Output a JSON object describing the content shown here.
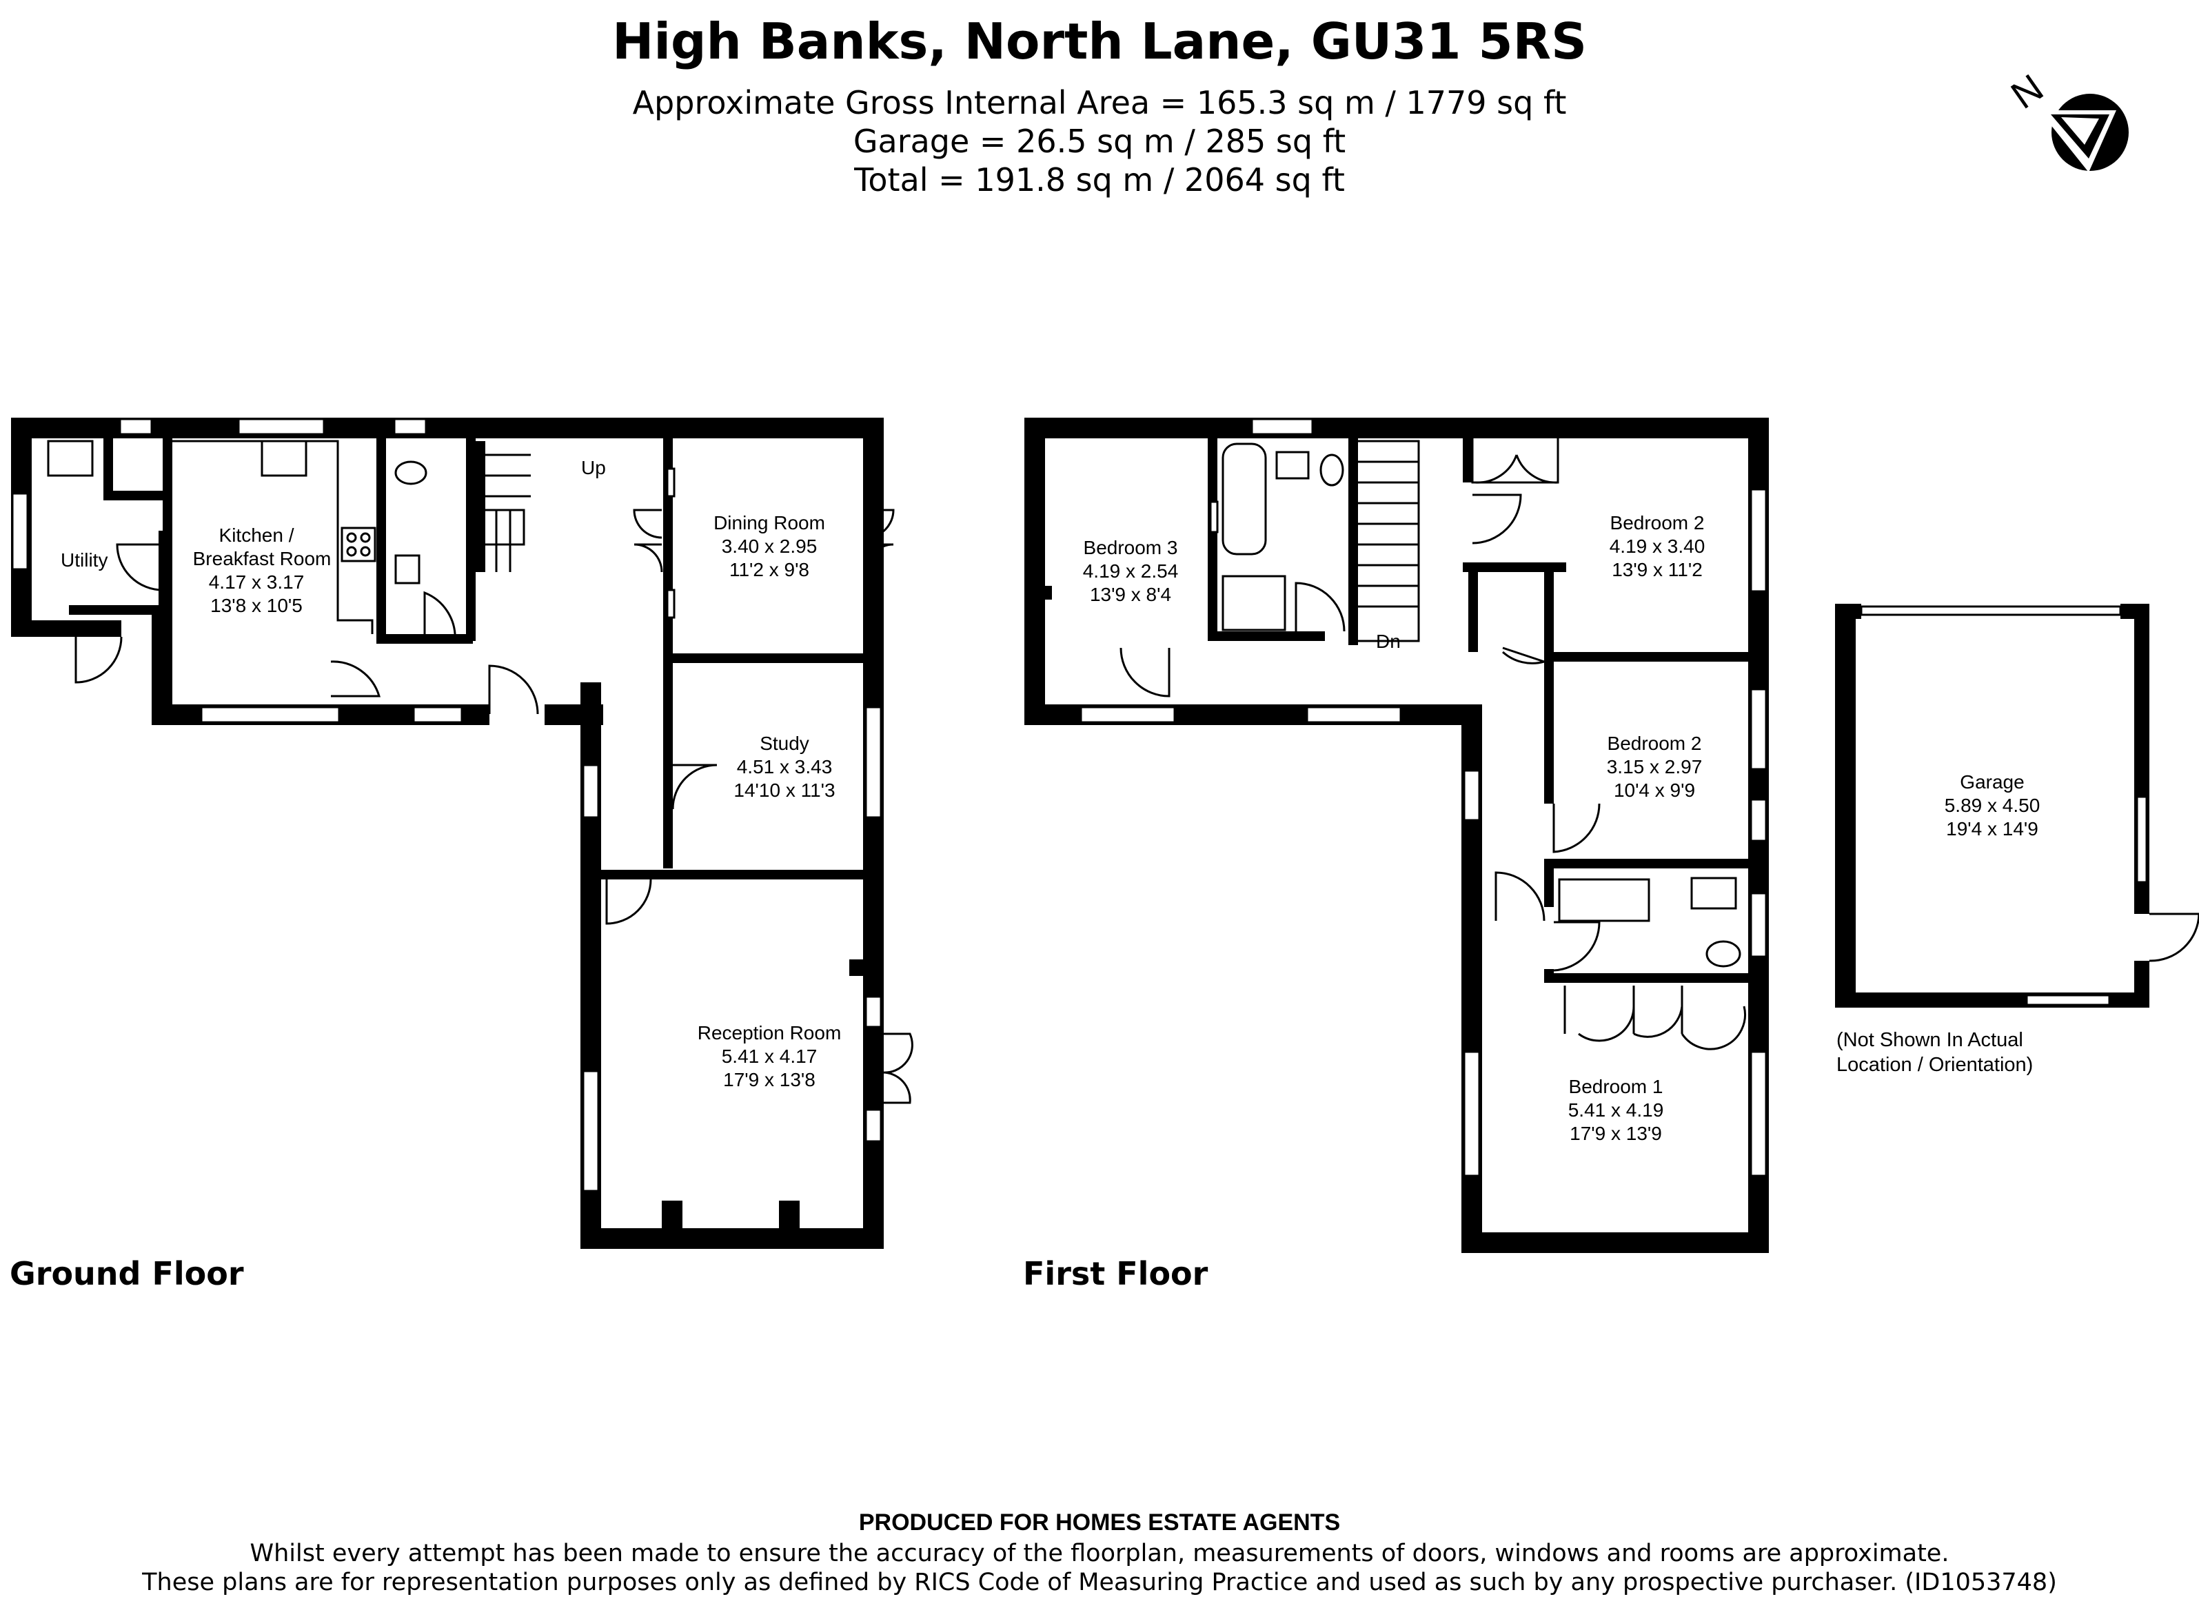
{
  "header": {
    "title": "High Banks, North Lane, GU31 5RS",
    "area_lines": [
      "Approximate Gross Internal Area = 165.3 sq m / 1779 sq ft",
      "Garage = 26.5 sq m / 285 sq ft",
      "Total = 191.8 sq m / 2064 sq ft"
    ]
  },
  "compass": {
    "letter": "N"
  },
  "ground_floor": {
    "label": "Ground Floor",
    "stair_label": "Up",
    "rooms": {
      "utility": {
        "name": "Utility"
      },
      "kitchen": {
        "name_line1": "Kitchen /",
        "name_line2": "Breakfast Room",
        "metric": "4.17 x 3.17",
        "imperial": "13'8 x 10'5"
      },
      "dining": {
        "name": "Dining Room",
        "metric": "3.40 x 2.95",
        "imperial": "11'2 x 9'8"
      },
      "study": {
        "name": "Study",
        "metric": "4.51 x 3.43",
        "imperial": "14'10 x 11'3"
      },
      "reception": {
        "name": "Reception Room",
        "metric": "5.41 x 4.17",
        "imperial": "17'9 x 13'8"
      }
    }
  },
  "first_floor": {
    "label": "First Floor",
    "stair_label": "Dn",
    "rooms": {
      "bedroom3": {
        "name": "Bedroom 3",
        "metric": "4.19 x 2.54",
        "imperial": "13'9 x 8'4"
      },
      "bedroom2a": {
        "name": "Bedroom 2",
        "metric": "4.19 x 3.40",
        "imperial": "13'9 x 11'2"
      },
      "bedroom2b": {
        "name": "Bedroom 2",
        "metric": "3.15 x 2.97",
        "imperial": "10'4 x 9'9"
      },
      "bedroom1": {
        "name": "Bedroom 1",
        "metric": "5.41 x 4.19",
        "imperial": "17'9 x 13'9"
      }
    }
  },
  "garage": {
    "name": "Garage",
    "metric": "5.89 x 4.50",
    "imperial": "19'4 x 14'9",
    "note_line1": "(Not Shown In Actual",
    "note_line2": "Location / Orientation)"
  },
  "footer": {
    "producer": "PRODUCED FOR HOMES ESTATE AGENTS",
    "line1": "Whilst every attempt has been made to ensure the accuracy of the floorplan, measurements of doors, windows and rooms are approximate.",
    "line2": "These plans are for representation purposes only as defined by RICS Code of Measuring Practice and used as such by any prospective purchaser. (ID1053748)"
  }
}
